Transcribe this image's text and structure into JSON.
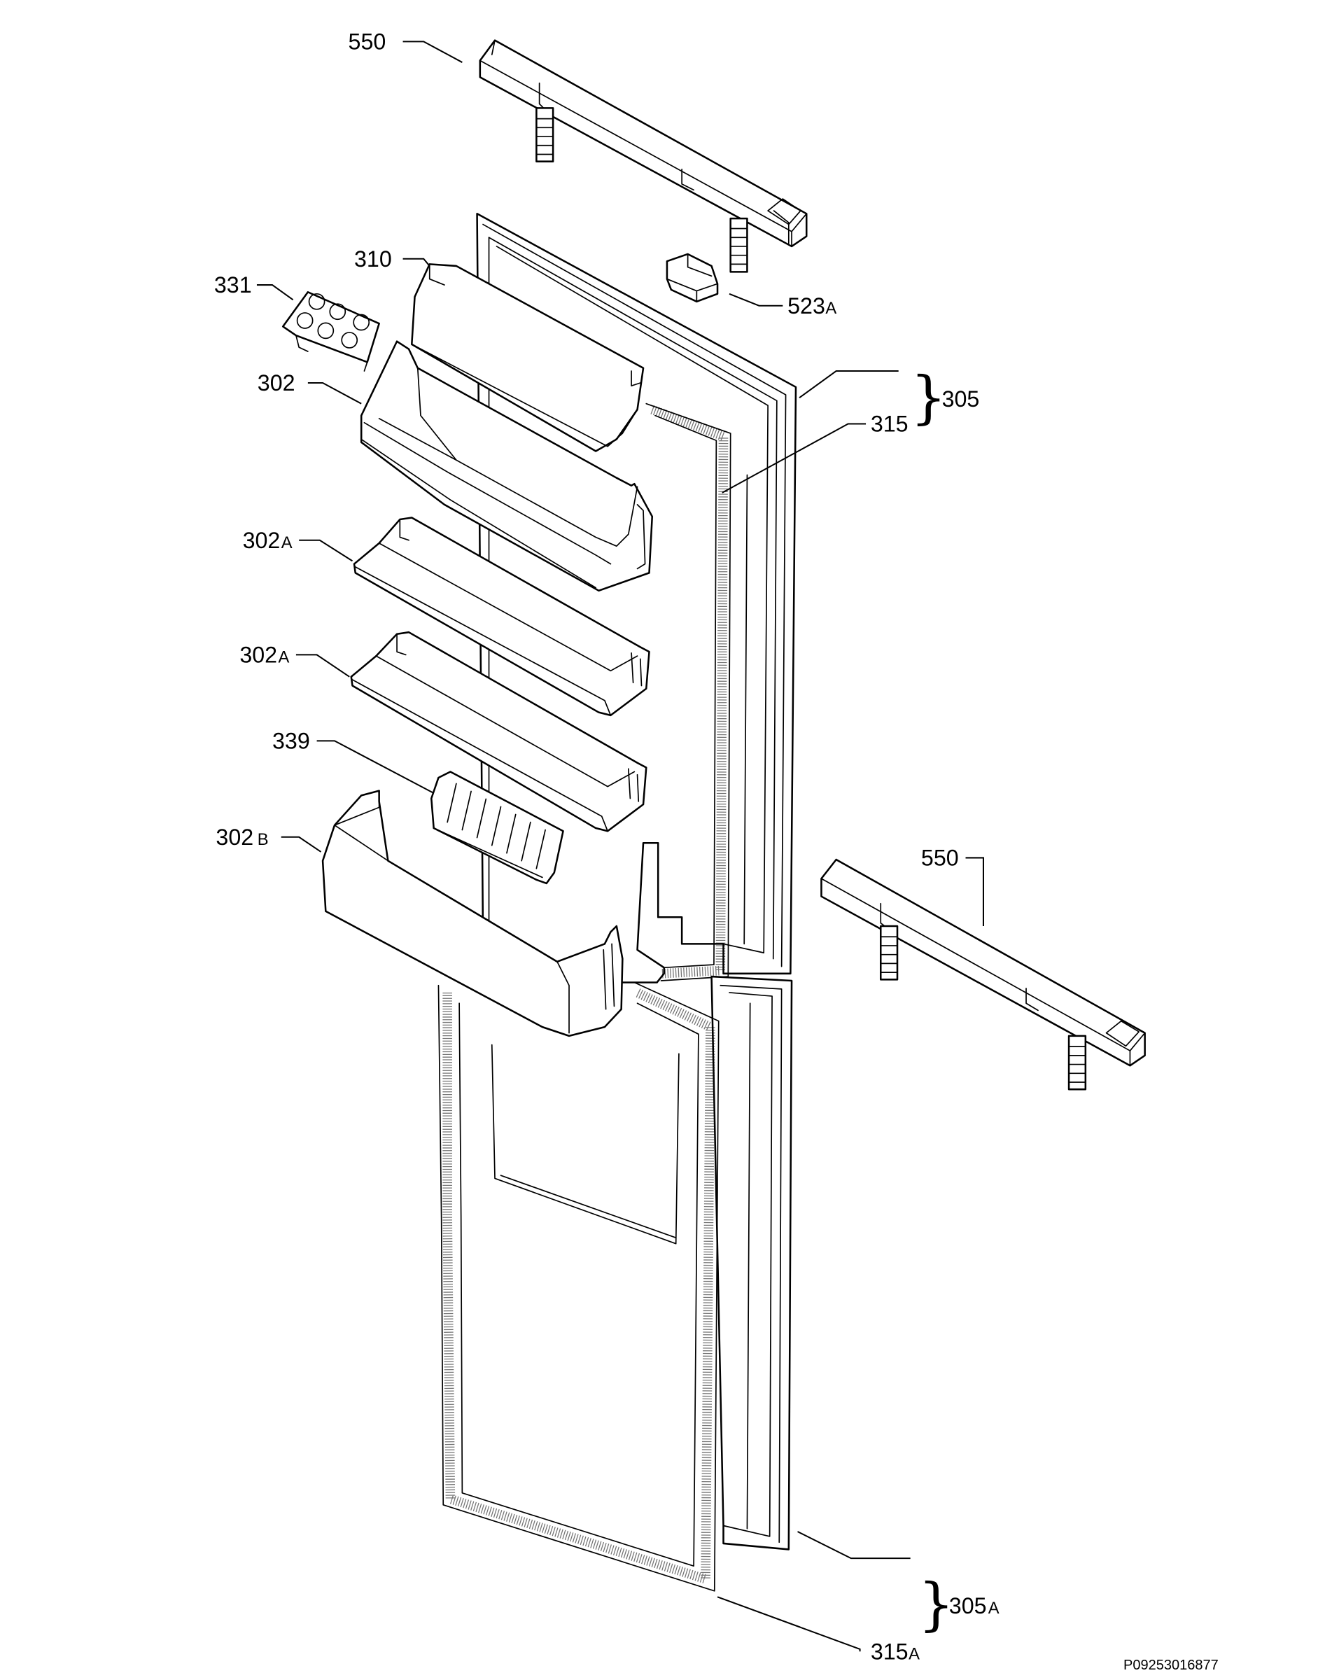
{
  "labels": {
    "bracket_top": "550",
    "bracket_right": "550",
    "stop_523": "523",
    "stop_523_suffix": "A",
    "cover_310": "310",
    "egg_tray_331": "331",
    "shelf_302": "302",
    "shelf_302a_1": "302",
    "shelf_302a_1_suffix": "A",
    "shelf_302a_2": "302",
    "shelf_302a_2_suffix": "A",
    "insert_339": "339",
    "shelf_302b": "302",
    "shelf_302b_suffix": "B",
    "group_305": "305",
    "gasket_315": "315",
    "group_305a": "305",
    "group_305a_suffix": "A",
    "gasket_315a": "315",
    "gasket_315a_suffix": "A"
  },
  "drawing_code": "P09253016877"
}
